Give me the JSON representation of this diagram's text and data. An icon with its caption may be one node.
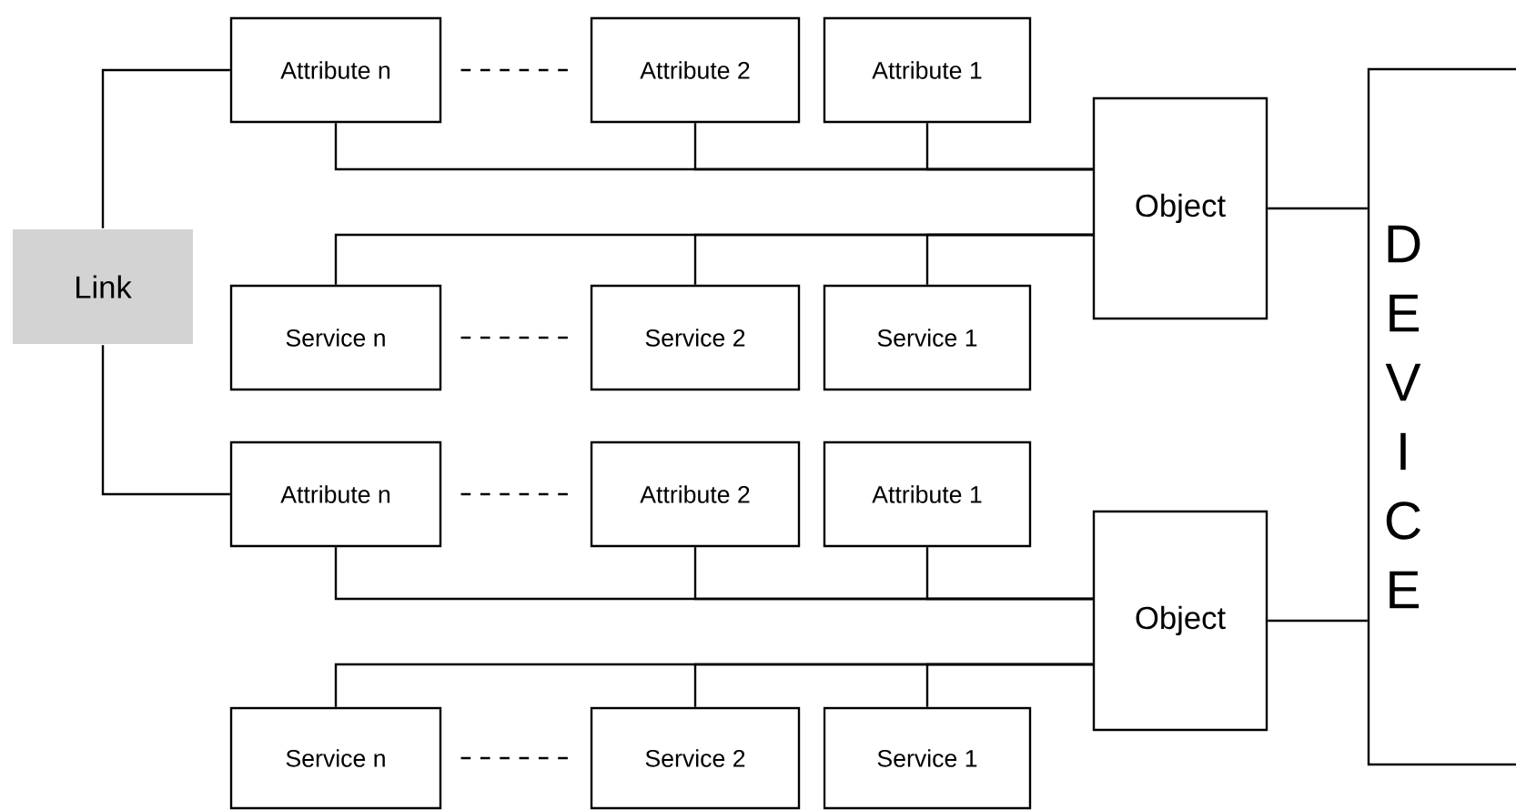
{
  "diagram": {
    "nodes": [
      {
        "text": [
          "Link"
        ]
      },
      {
        "text": [
          "Attribute n"
        ]
      },
      {
        "text": [
          "Attribute 2"
        ]
      },
      {
        "text": [
          "Attribute 1"
        ]
      },
      {
        "text": [
          "Object"
        ]
      },
      {
        "text": [
          "Service n"
        ]
      },
      {
        "text": [
          "Service 2"
        ]
      },
      {
        "text": [
          "Service 1"
        ]
      },
      {
        "text": [
          "Attribute n"
        ]
      },
      {
        "text": [
          "Attribute 2"
        ]
      },
      {
        "text": [
          "Attribute 1"
        ]
      },
      {
        "text": [
          "Object"
        ]
      },
      {
        "text": [
          "Service n"
        ]
      },
      {
        "text": [
          "Service 2"
        ]
      },
      {
        "text": [
          "Service 1"
        ]
      },
      {
        "text": [
          "D E V I C E"
        ]
      }
    ],
    "edges": [
      {
        "from": 0,
        "to": 1,
        "arrow": "none"
      },
      {
        "from": 0,
        "to": 8,
        "arrow": "none"
      },
      {
        "from": 1,
        "to": 2,
        "arrow": "none",
        "style": "dashed"
      },
      {
        "from": 1,
        "to": 4,
        "arrow": "none"
      },
      {
        "from": 2,
        "to": 4,
        "arrow": "none"
      },
      {
        "from": 3,
        "to": 4,
        "arrow": "none"
      },
      {
        "from": 5,
        "to": 6,
        "arrow": "none",
        "style": "dashed"
      },
      {
        "from": 5,
        "to": 4,
        "arrow": "none"
      },
      {
        "from": 6,
        "to": 4,
        "arrow": "none"
      },
      {
        "from": 7,
        "to": 4,
        "arrow": "none"
      },
      {
        "from": 4,
        "to": 15,
        "arrow": "none"
      },
      {
        "from": 8,
        "to": 9,
        "arrow": "none",
        "style": "dashed"
      },
      {
        "from": 8,
        "to": 11,
        "arrow": "none"
      },
      {
        "from": 9,
        "to": 11,
        "arrow": "none"
      },
      {
        "from": 10,
        "to": 11,
        "arrow": "none"
      },
      {
        "from": 12,
        "to": 13,
        "arrow": "none",
        "style": "dashed"
      },
      {
        "from": 12,
        "to": 11,
        "arrow": "none"
      },
      {
        "from": 13,
        "to": 11,
        "arrow": "none"
      },
      {
        "from": 14,
        "to": 11,
        "arrow": "none"
      },
      {
        "from": 11,
        "to": 15,
        "arrow": "none"
      }
    ]
  }
}
